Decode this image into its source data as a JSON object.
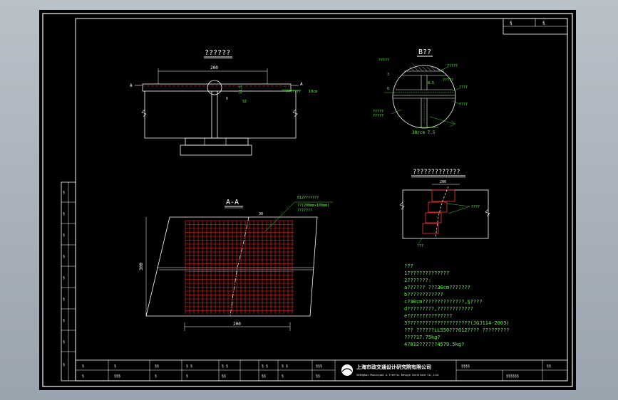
{
  "titles": {
    "elevation": "??????",
    "detail_b": "B??",
    "section_aa": "A-A",
    "crack_detail": "?????????????"
  },
  "labels": {
    "elev_width": "200",
    "elev_a_left": "A",
    "elev_a_right": "A",
    "elev_dim_small": "11.5",
    "elev_dim_s2": "S2",
    "elev_dim_b": "B",
    "elev_thickness": "10cm",
    "elev_callout": "???????",
    "bd_top_left": "?????",
    "bd_top_right": "?????",
    "bd_dim1": "3",
    "bd_dim2": "6",
    "bd_h1": "0.5",
    "bd_mesh": "?????",
    "bd_r1": "????",
    "bd_r2": "????",
    "bd_left1": "?????",
    "bd_left2": "?????",
    "bd_bottom": "30/cm 7.5",
    "aa_note1": "012???????",
    "aa_note2": "??(200mm×100mm)",
    "aa_note3": "???????",
    "aa_top_dim": "30",
    "aa_height": "300",
    "aa_width": "200",
    "cd_width": "200",
    "cd_right": "????",
    "cd_left": "???"
  },
  "notes": [
    "???",
    "1??????????????",
    "2???????:",
    "  a?????? ???30cm???????",
    "  b????????????",
    "  c?30cm??????????????,§????",
    "  d?????????,????????????",
    "  e???????????????",
    "3?????????????????????(JGJ114-2003)",
    "  ??? ??????LL550???012???? ?????????",
    "  ????17.75kg?",
    "4?012??????4579.5kg?"
  ],
  "tb_top": [
    "§",
    "§"
  ],
  "tb_left": [
    "§",
    "§",
    "§",
    "§",
    "§",
    "§",
    "§",
    "§",
    "§"
  ],
  "title_block": {
    "cells_top": [
      "§",
      "§",
      "§§",
      "§ §",
      "§ §",
      "§ §",
      "§ §",
      "§§§"
    ],
    "cells_bottom": [
      "§",
      "§§§",
      "§",
      "§",
      "§§",
      "§§",
      "§",
      "§§"
    ],
    "company_cn": "上海市政交通设计研究院有限公司",
    "company_en": "Shanghai Municipal & Traffic Design Institute Co.,Ltd.",
    "project": "§§§§",
    "drawing_title": "§§§§§§",
    "drawing_no": "§§"
  }
}
